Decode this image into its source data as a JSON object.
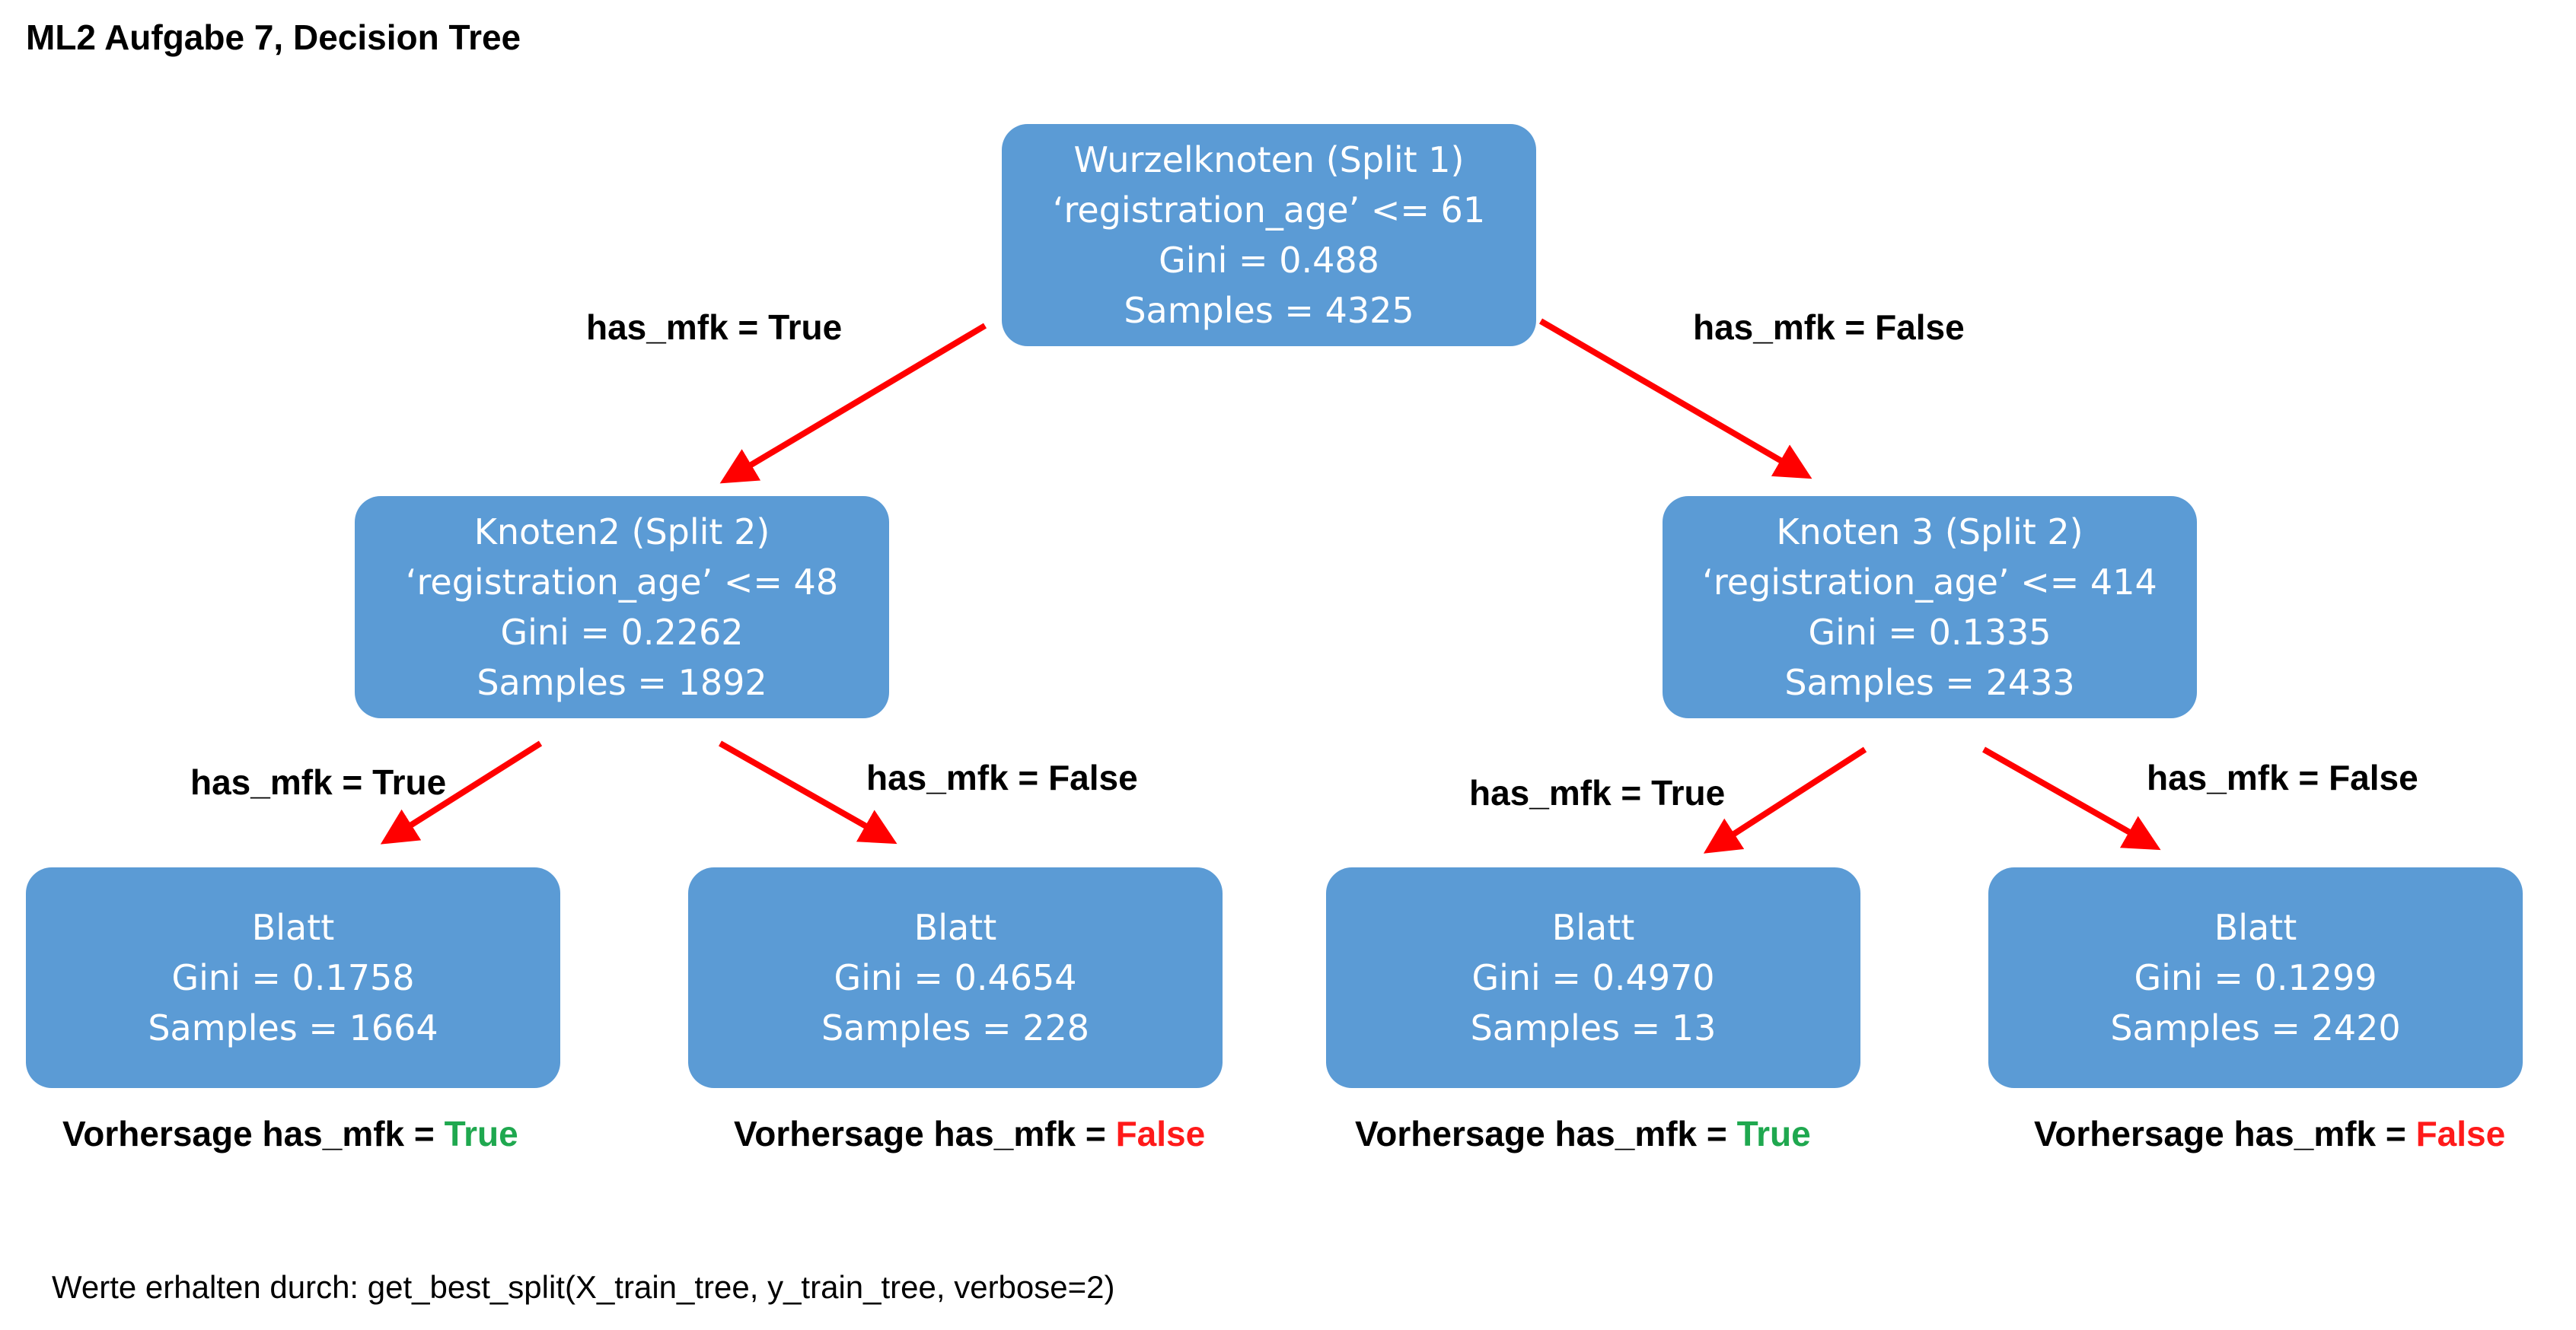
{
  "title": "ML2 Aufgabe 7, Decision Tree",
  "colors": {
    "node_fill": "#5b9bd5",
    "node_text": "#ffffff",
    "arrow": "#ff0000",
    "prediction_true": "#1fa84f",
    "prediction_false": "#ff1a1a"
  },
  "nodes": {
    "root": {
      "name": "Wurzelknoten (Split 1)",
      "condition": "‘registration_age’ <= 61",
      "gini": "Gini = 0.488",
      "samples": "Samples = 4325"
    },
    "node2": {
      "name": "Knoten2 (Split 2)",
      "condition": "‘registration_age’ <= 48",
      "gini": "Gini = 0.2262",
      "samples": "Samples = 1892"
    },
    "node3": {
      "name": "Knoten 3 (Split 2)",
      "condition": "‘registration_age’ <= 414",
      "gini": "Gini = 0.1335",
      "samples": "Samples = 2433"
    },
    "leaf1": {
      "name": "Blatt",
      "gini": "Gini = 0.1758",
      "samples": "Samples = 1664"
    },
    "leaf2": {
      "name": "Blatt",
      "gini": "Gini = 0.4654",
      "samples": "Samples = 228"
    },
    "leaf3": {
      "name": "Blatt",
      "gini": "Gini = 0.4970",
      "samples": "Samples = 13"
    },
    "leaf4": {
      "name": "Blatt",
      "gini": "Gini = 0.1299",
      "samples": "Samples = 2420"
    }
  },
  "edges": {
    "root_left": "has_mfk = True",
    "root_right": "has_mfk = False",
    "node2_left": "has_mfk = True",
    "node2_right": "has_mfk = False",
    "node3_left": "has_mfk = True",
    "node3_right": "has_mfk = False"
  },
  "predictions": {
    "prefix": "Vorhersage has_mfk = ",
    "leaf1": "True",
    "leaf2": "False",
    "leaf3": "True",
    "leaf4": "False"
  },
  "footnote": "Werte erhalten durch: get_best_split(X_train_tree, y_train_tree, verbose=2)"
}
